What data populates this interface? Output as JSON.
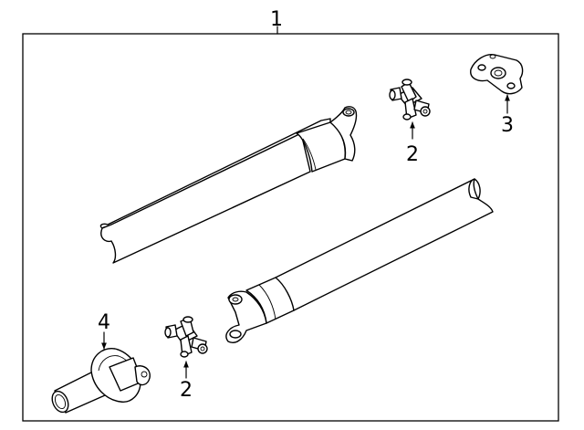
{
  "callouts": {
    "assembly": "1",
    "ujoint_upper": "2",
    "ujoint_lower": "2",
    "flange_yoke": "3",
    "slip_yoke": "4"
  },
  "colors": {
    "stroke": "#000000",
    "background": "#ffffff"
  }
}
